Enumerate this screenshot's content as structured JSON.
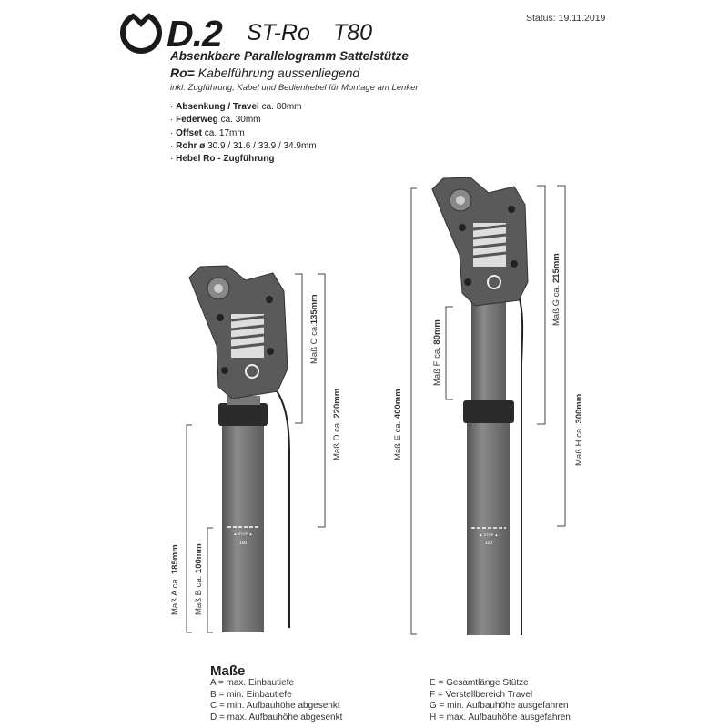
{
  "header": {
    "brand": "D.2",
    "model": "ST-Ro",
    "variant": "T80",
    "status": "Status: 19.11.2019",
    "subtitle": "Absenkbare Parallelogramm Sattelstütze",
    "ro_prefix": "Ro=",
    "ro_text": " Kabelführung aussenliegend",
    "included": "inkl. Zugführung, Kabel und Bedienhebel für Montage am Lenker"
  },
  "specs": [
    {
      "label": "Absenkung / Travel",
      "value": "ca. 80mm"
    },
    {
      "label": "Federweg",
      "value": "ca. 30mm"
    },
    {
      "label": "Offset",
      "value": "ca. 17mm"
    },
    {
      "label": "Rohr ø",
      "value": "30.9 / 31.6 / 33.9 / 34.9mm"
    },
    {
      "label": "Hebel Ro - Zugführung",
      "value": ""
    }
  ],
  "dimensions": {
    "A": {
      "prefix": "Maß A ca. ",
      "value": "185mm"
    },
    "B": {
      "prefix": "Maß B ca. ",
      "value": "100mm"
    },
    "C": {
      "prefix": "Maß C ca.",
      "value": "135mm"
    },
    "D": {
      "prefix": "Maß D ca. ",
      "value": "220mm"
    },
    "E": {
      "prefix": "Maß E ca. ",
      "value": "400mm"
    },
    "F": {
      "prefix": "Maß F ca. ",
      "value": "80mm"
    },
    "G": {
      "prefix": "Maß G ca. ",
      "value": "215mm"
    },
    "H": {
      "prefix": "Maß H ca. ",
      "value": "300mm"
    }
  },
  "tube_marking": {
    "stop": "▲ STOP ▲",
    "number": "100"
  },
  "legend": {
    "title": "Maße",
    "left": [
      "A = max. Einbautiefe",
      "B = min. Einbautiefe",
      "C = min. Aufbauhöhe abgesenkt",
      "D = max. Aufbauhöhe abgesenkt"
    ],
    "right": [
      "E = Gesamtlänge Stütze",
      "F = Verstellbereich Travel",
      "G = min. Aufbauhöhe ausgefahren",
      "H =  max. Aufbauhöhe ausgefahren"
    ]
  },
  "colors": {
    "tube": "#6f6f6f",
    "head": "#5a5a5a",
    "collar": "#2b2b2b",
    "text": "#222222"
  }
}
